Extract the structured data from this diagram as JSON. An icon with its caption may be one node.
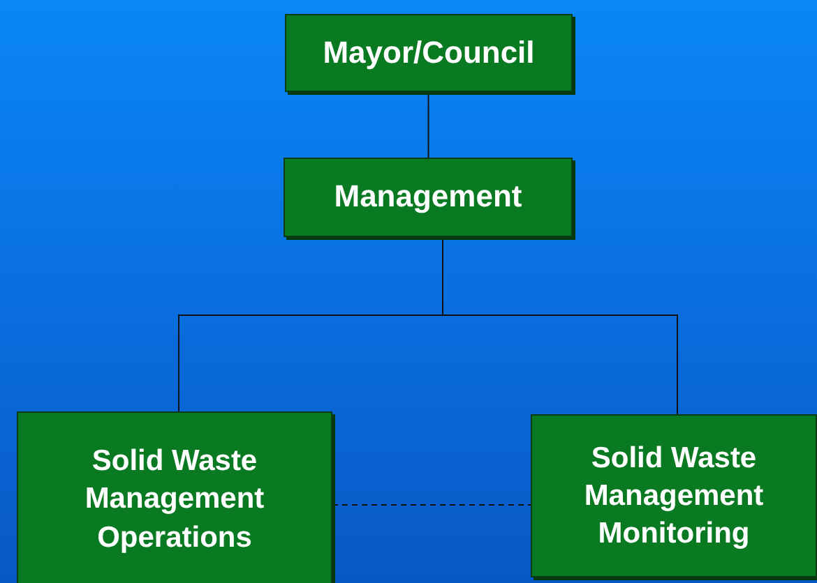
{
  "diagram": {
    "nodes": [
      {
        "text": [
          "Mayor/Council"
        ]
      },
      {
        "text": [
          "Management"
        ]
      },
      {
        "text": [
          "Solid Waste Management Operations"
        ]
      },
      {
        "text": [
          "Solid Waste Management Monitoring"
        ]
      }
    ],
    "edges": [
      {
        "from": 0,
        "to": 1,
        "arrow": "none"
      },
      {
        "from": 1,
        "to": 2,
        "arrow": "none"
      },
      {
        "from": 1,
        "to": 3,
        "arrow": "none"
      },
      {
        "from": 2,
        "to": 3,
        "arrow": "none",
        "style": "dashed"
      }
    ]
  }
}
